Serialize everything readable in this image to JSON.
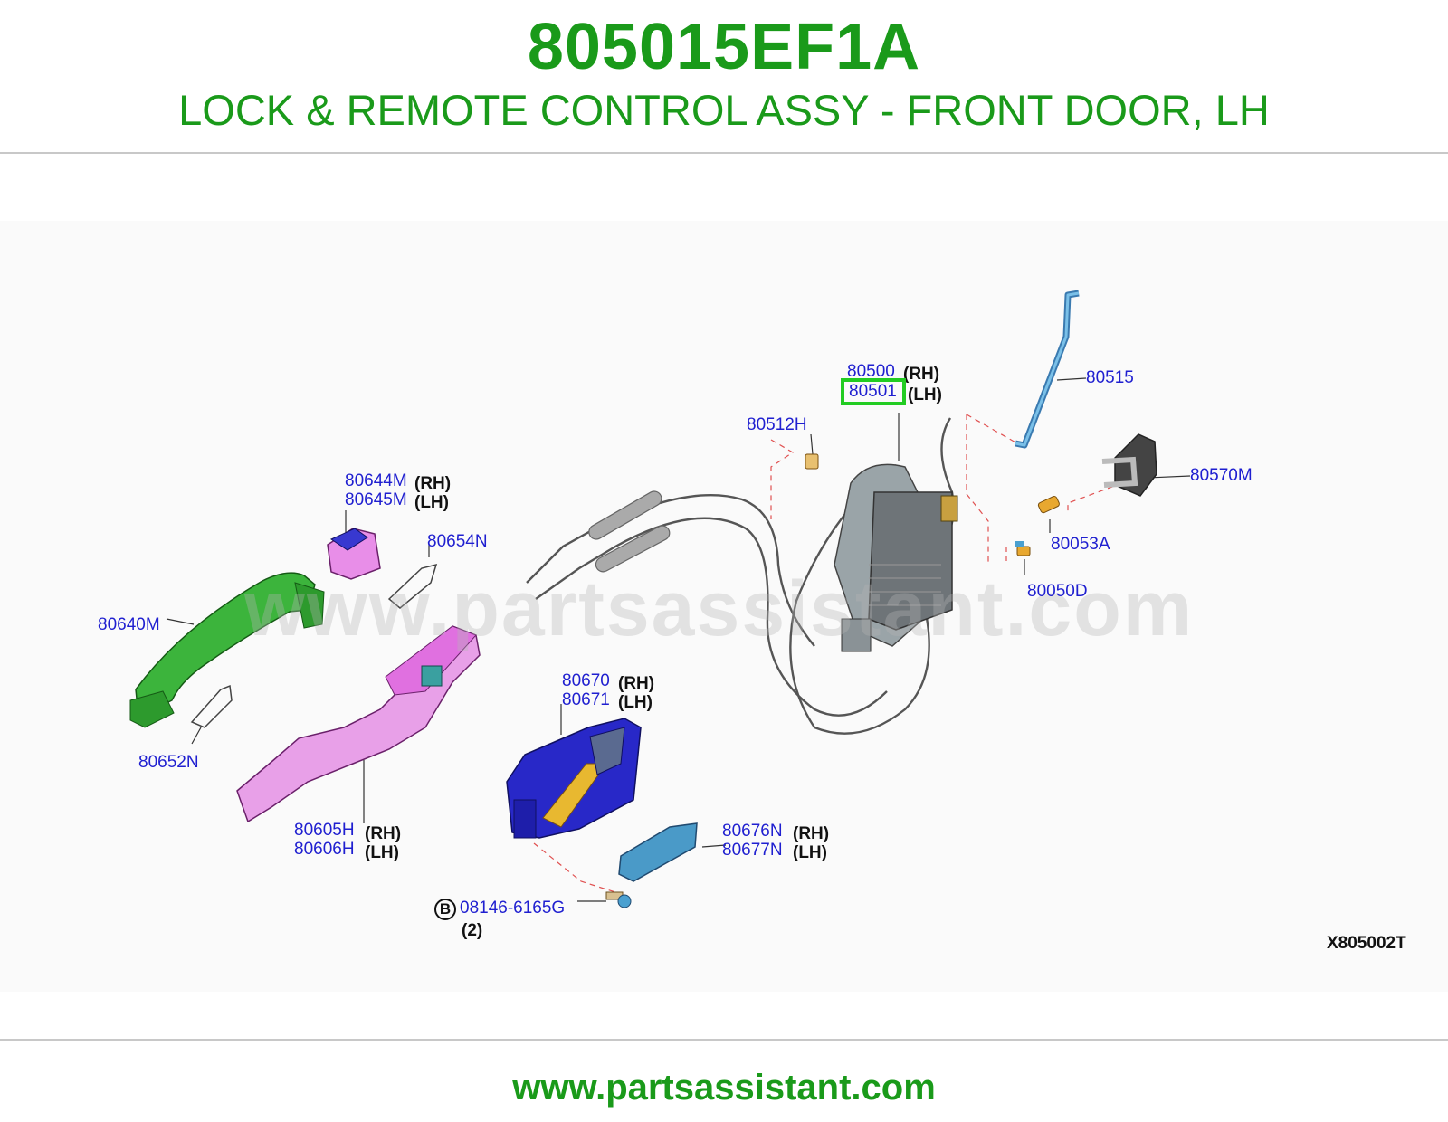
{
  "header": {
    "part_number": "805015EF1A",
    "description": "LOCK & REMOTE CONTROL ASSY - FRONT DOOR, LH"
  },
  "watermark": "www.partsassistant.com",
  "diagram_code": "X805002T",
  "footer": {
    "url": "www.partsassistant.com"
  },
  "highlighted_part": "80501",
  "callouts": {
    "p80500": "80500",
    "p80500_side": "(RH)",
    "p80501": "80501",
    "p80501_side": "(LH)",
    "p80515": "80515",
    "p80512H": "80512H",
    "p80570M": "80570M",
    "p80053A": "80053A",
    "p80050D": "80050D",
    "p80644M": "80644M",
    "p80644M_side": "(RH)",
    "p80645M": "80645M",
    "p80645M_side": "(LH)",
    "p80654N": "80654N",
    "p80640M": "80640M",
    "p80652N": "80652N",
    "p80605H": "80605H",
    "p80605H_side": "(RH)",
    "p80606H": "80606H",
    "p80606H_side": "(LH)",
    "p80670": "80670",
    "p80670_side": "(RH)",
    "p80671": "80671",
    "p80671_side": "(LH)",
    "p80676N": "80676N",
    "p80676N_side": "(RH)",
    "p80677N": "80677N",
    "p80677N_side": "(LH)",
    "bolt_marker": "B",
    "p08146": "08146-6165G",
    "bolt_qty": "(2)"
  },
  "colors": {
    "title_green": "#1a9a1a",
    "callout_blue": "#1f1fd0",
    "highlight_green": "#22cc22",
    "handle_green": "#3cb43c",
    "bracket_pink": "#e88ee8",
    "handle_blue": "#2828c8",
    "rod_blue": "#4aa0d0",
    "cover_teal": "#4a9ac8"
  }
}
